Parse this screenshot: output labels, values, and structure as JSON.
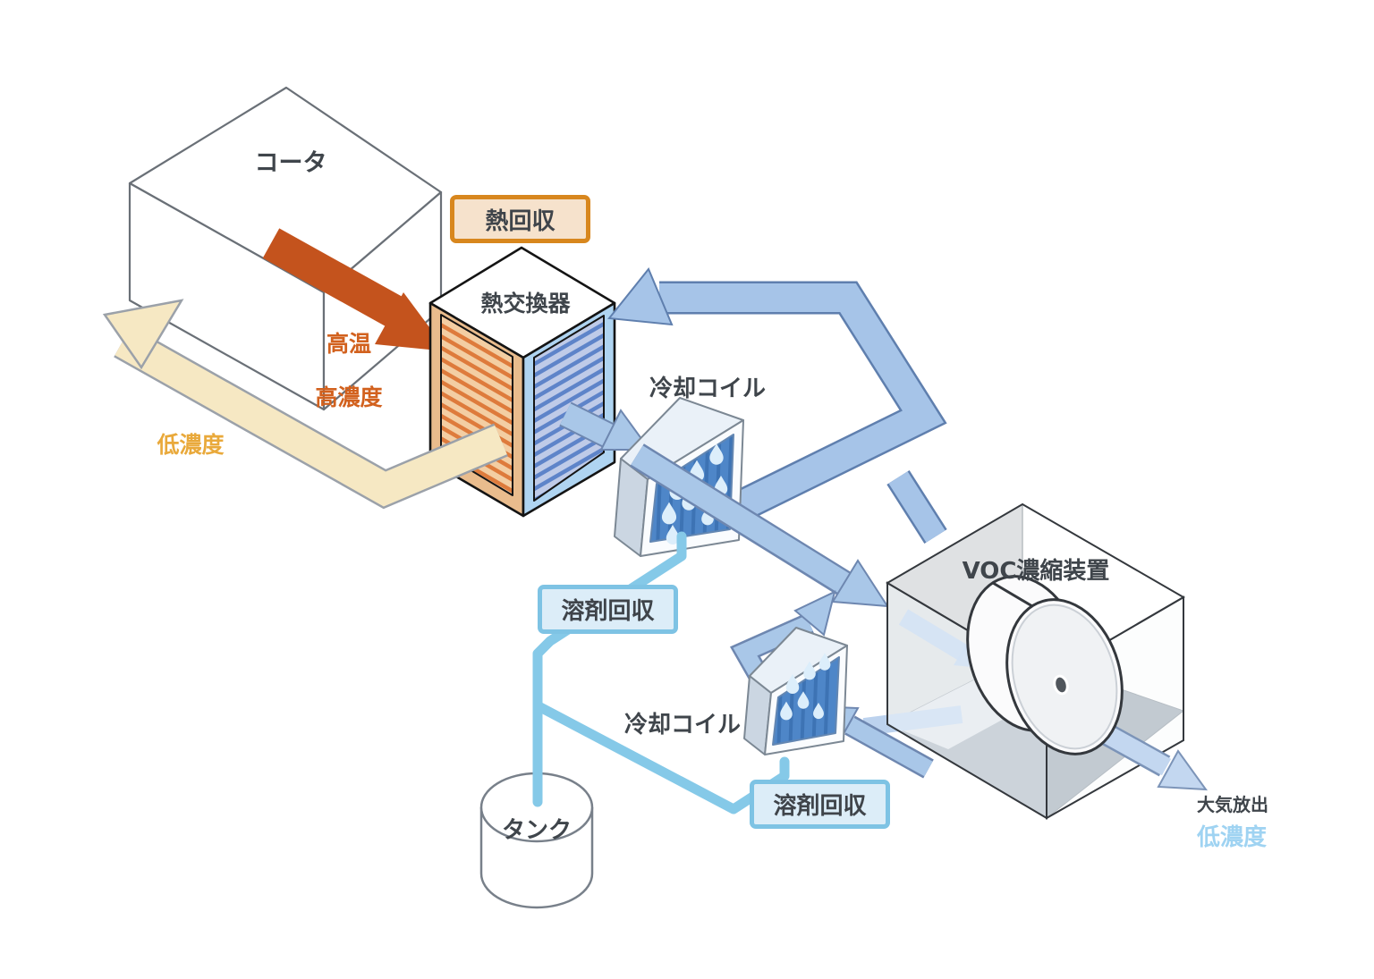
{
  "diagram_title": "VOC solvent recovery process (isometric diagram)",
  "nodes": {
    "coater": "コータ",
    "heat_exchanger": "熱交換器",
    "cooling_coil_1": "冷却コイル",
    "cooling_coil_2": "冷却コイル",
    "tank": "タンク",
    "voc_concentrator": "VOC濃縮装置"
  },
  "labels": {
    "heat_recovery": "熱回収",
    "solvent_recovery_1": "溶剤回収",
    "solvent_recovery_2": "溶剤回収",
    "hot_line1": "高温",
    "hot_line2": "高濃度",
    "low_concentration_return": "低濃度",
    "atmospheric_release": "大気放出",
    "low_concentration_exit": "低濃度"
  },
  "colors": {
    "hot_arrow": "#C4531D",
    "clean_return_arrow_fill": "#F6E8C3",
    "clean_return_arrow_stroke": "#9BA1A9",
    "process_arrow_fill": "#A6C4E8",
    "process_arrow_stroke": "#5F7FAE",
    "exit_arrow_fill": "#C3D7F0",
    "solvent_pipe": "#85C9E8",
    "heat_recovery_border": "#D8871E",
    "solvent_recovery_border": "#7EC3E4",
    "hot_text": "#D2611E",
    "amber_text": "#E9A93B",
    "sky_text": "#9FD3F2",
    "coil_panel": "#4E86C8",
    "exchanger_hot_face": "#E9BC8D",
    "exchanger_cold_face": "#AFD4F1"
  }
}
